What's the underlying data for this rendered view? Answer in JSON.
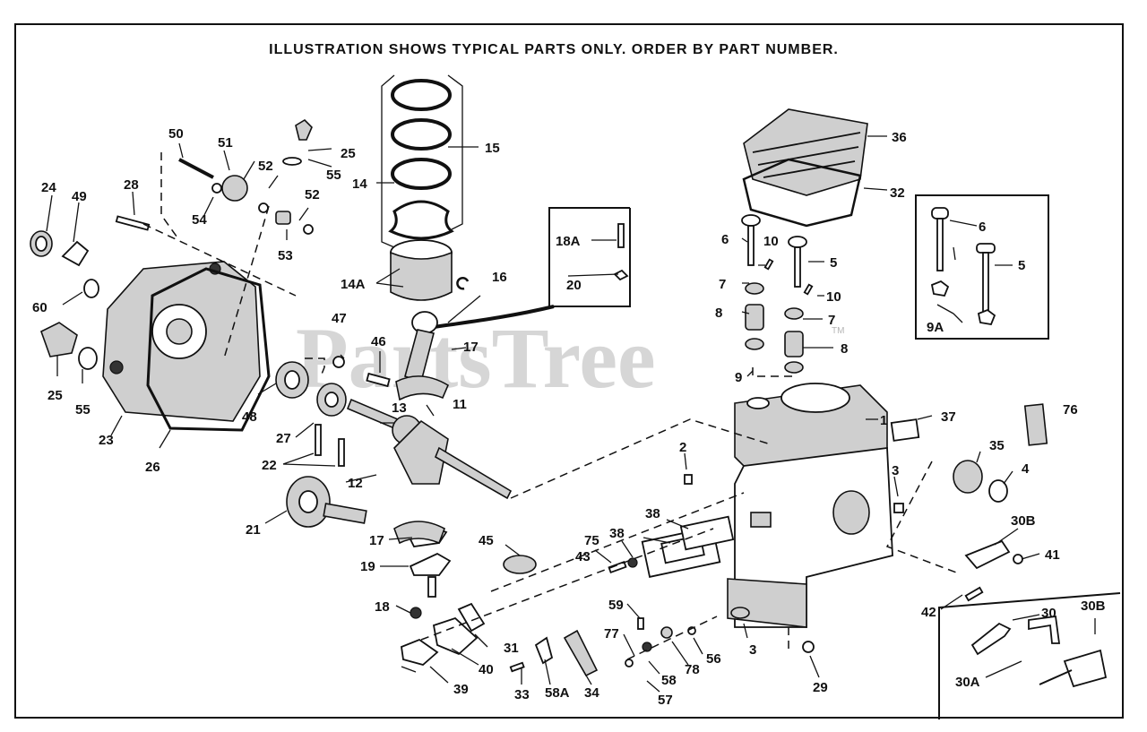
{
  "heading": "ILLUSTRATION SHOWS TYPICAL PARTS ONLY. ORDER BY PART NUMBER.",
  "watermark": {
    "text": "PartsTree",
    "trademark": "TM"
  },
  "callouts": {
    "c1": "1",
    "c2": "2",
    "c3a": "3",
    "c3b": "3",
    "c4": "4",
    "c5a": "5",
    "c5b": "5",
    "c6a": "6",
    "c6b": "6",
    "c7a": "7",
    "c7b": "7",
    "c8a": "8",
    "c8b": "8",
    "c9a": "9",
    "c9A": "9A",
    "c10a": "10",
    "c10b": "10",
    "c11": "11",
    "c12": "12",
    "c13": "13",
    "c14": "14",
    "c14A": "14A",
    "c15": "15",
    "c16": "16",
    "c17a": "17",
    "c17b": "17",
    "c18": "18",
    "c18A": "18A",
    "c19": "19",
    "c20": "20",
    "c21": "21",
    "c22": "22",
    "c23": "23",
    "c24": "24",
    "c25a": "25",
    "c25b": "25",
    "c26": "26",
    "c27": "27",
    "c28": "28",
    "c29": "29",
    "c30": "30",
    "c30A": "30A",
    "c30Ba": "30B",
    "c30Bb": "30B",
    "c31": "31",
    "c32": "32",
    "c33": "33",
    "c34": "34",
    "c35": "35",
    "c36": "36",
    "c37": "37",
    "c38a": "38",
    "c38b": "38",
    "c39": "39",
    "c40": "40",
    "c41": "41",
    "c42": "42",
    "c43": "43",
    "c45": "45",
    "c46": "46",
    "c47": "47",
    "c48": "48",
    "c49": "49",
    "c50": "50",
    "c51": "51",
    "c52a": "52",
    "c52b": "52",
    "c53": "53",
    "c54": "54",
    "c55a": "55",
    "c55b": "55",
    "c56": "56",
    "c57": "57",
    "c58": "58",
    "c58A": "58A",
    "c59": "59",
    "c60": "60",
    "c75": "75",
    "c76": "76",
    "c77": "77",
    "c78": "78"
  }
}
